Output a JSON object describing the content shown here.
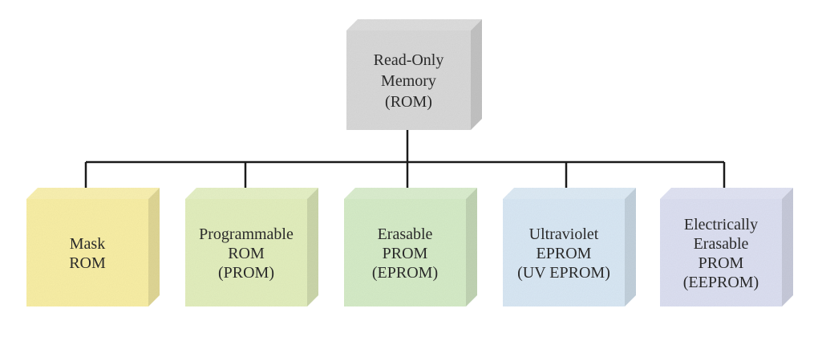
{
  "colors": {
    "root_face": "#d9d9d9",
    "mask_rom_face": "#f9efa6",
    "prom_face": "#e3efbe",
    "eprom_face": "#d6ecc8",
    "uv_eprom_face": "#d9e8f5",
    "eeprom_face": "#dde0f2",
    "connector": "#1a1a1a"
  },
  "root": {
    "lines": [
      "Read-Only",
      "Memory",
      "(ROM)"
    ]
  },
  "children": [
    {
      "id": "mask-rom",
      "lines": [
        "Mask",
        "ROM"
      ]
    },
    {
      "id": "prom",
      "lines": [
        "Programmable",
        "ROM",
        "(PROM)"
      ]
    },
    {
      "id": "eprom",
      "lines": [
        "Erasable",
        "PROM",
        "(EPROM)"
      ]
    },
    {
      "id": "uv-eprom",
      "lines": [
        "Ultraviolet",
        "EPROM",
        "(UV EPROM)"
      ]
    },
    {
      "id": "eeprom",
      "lines": [
        "Electrically",
        "Erasable",
        "PROM",
        "(EEPROM)"
      ]
    }
  ]
}
